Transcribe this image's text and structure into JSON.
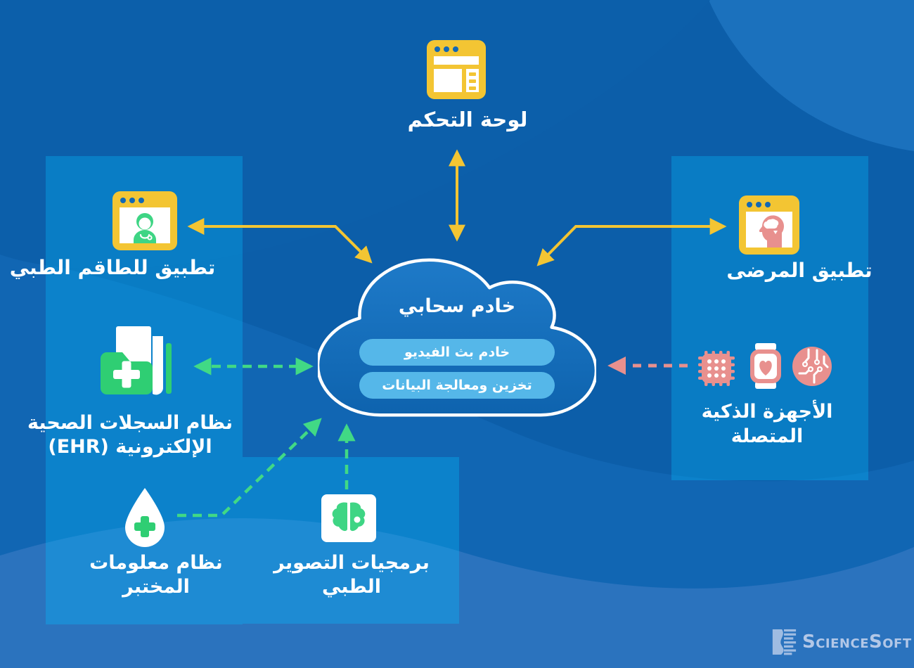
{
  "title": "Telemedicine cloud solution architecture (Arabic infographic)",
  "colors": {
    "background": "#1166B3",
    "background_dark_wave": "#0C5EA9",
    "background_light_wave": "#2B73BE",
    "panel_tint": "rgba(2,190,255,0.32)",
    "accent_yellow": "#F3C533",
    "accent_green": "#2FCE73",
    "arrow_green": "#41D985",
    "accent_pink": "#E8908E",
    "pill_blue": "#55B7E9",
    "text": "#FFFFFF",
    "logo": "#B2C7E7"
  },
  "nodes": {
    "dashboard": {
      "label": "لوحة التحكم"
    },
    "cloud": {
      "title": "خادم سحابي",
      "pill_video": "خادم بث الفيديو",
      "pill_storage": "تخزين ومعالجة البيانات"
    },
    "staff_app": {
      "label": "تطبيق للطاقم الطبي"
    },
    "patient_app": {
      "label": "تطبيق المرضى"
    },
    "ehr": {
      "line1": "نظام السجلات الصحية",
      "line2": "الإلكترونية (EHR)"
    },
    "lab": {
      "line1": "نظام معلومات",
      "line2": "المختبر"
    },
    "imaging": {
      "line1": "برمجيات التصوير",
      "line2": "الطبي"
    },
    "devices": {
      "line1": "الأجهزة الذكية",
      "line2": "المتصلة"
    }
  },
  "icons": {
    "dashboard": "dashboard-browser-icon",
    "staff_app": "doctor-browser-icon",
    "patient_app": "patient-brain-browser-icon",
    "ehr": "medical-folder-icon",
    "lab": "lab-drop-icon",
    "imaging": "brain-scan-icon",
    "devices": [
      "chip-icon",
      "smartwatch-heart-icon",
      "circuit-icon"
    ]
  },
  "logo": {
    "text": "ScienceSoft"
  }
}
